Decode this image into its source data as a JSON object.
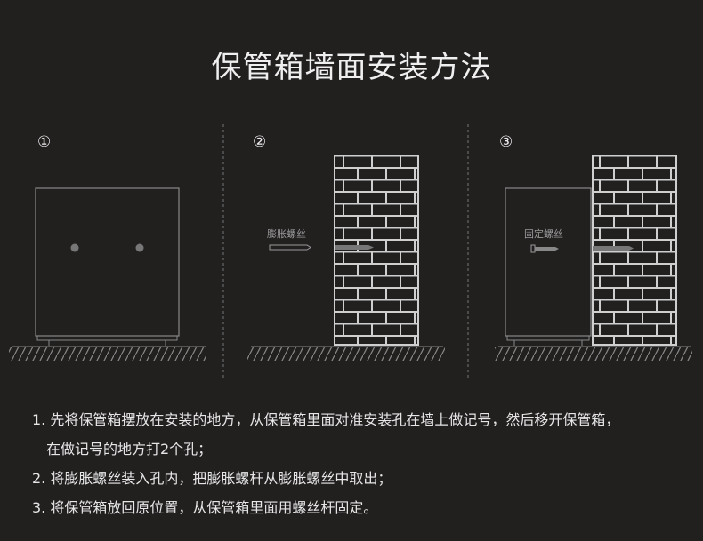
{
  "title": "保管箱墙面安装方法",
  "panels": [
    {
      "number": "①"
    },
    {
      "number": "②",
      "label": "膨胀螺丝"
    },
    {
      "number": "③",
      "label": "固定螺丝"
    }
  ],
  "steps": [
    "1. 先将保管箱摆放在安装的地方，从保管箱里面对准安装孔在墙上做记号，然后移开保管箱，",
    "在做记号的地方打2个孔；",
    "2. 将膨胀螺丝装入孔内，把膨胀螺杆从膨胀螺丝中取出；",
    "3. 将保管箱放回原位置，从保管箱里面用螺丝杆固定。"
  ]
}
